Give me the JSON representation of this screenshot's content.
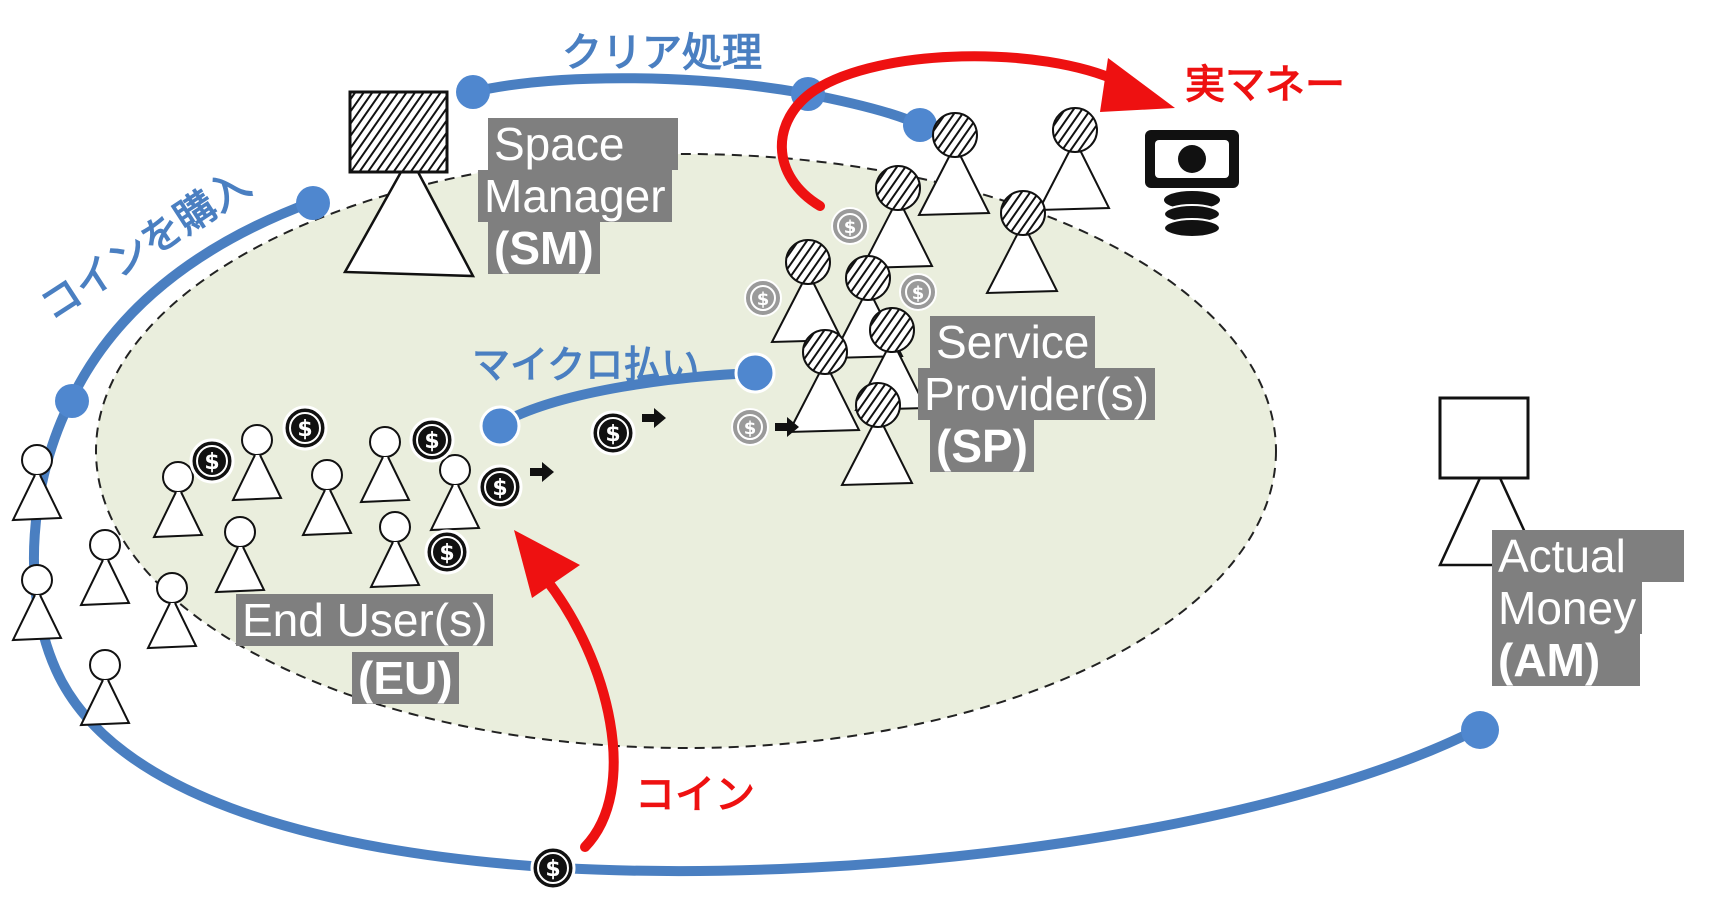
{
  "flow_labels": {
    "buy_coin": "コインを購入",
    "clearing": "クリア処理",
    "real_money": "実マネー",
    "micro_payment": "マイクロ払い",
    "coin": "コイン"
  },
  "actors": {
    "space_manager": {
      "line1": "Space",
      "line2": "Manager",
      "abbr": "(SM)"
    },
    "service_provider": {
      "line1": "Service",
      "line2": "Provider(s)",
      "abbr": "(SP)"
    },
    "end_user": {
      "line1": "End User(s)",
      "abbr": "(EU)"
    },
    "actual_money": {
      "line1": "Actual",
      "line2": "Money",
      "abbr": "(AM)"
    }
  },
  "colors": {
    "flow_blue": "#4a7fc1",
    "node_blue": "#4f87cf",
    "accent_red": "#ee1111",
    "ellipse_fill": "#eaeedd",
    "label_bg": "#7f7f7f"
  },
  "icons": {
    "coin": "dollar-coin-icon",
    "money": "money-stack-icon",
    "person": "stick-person-icon"
  }
}
